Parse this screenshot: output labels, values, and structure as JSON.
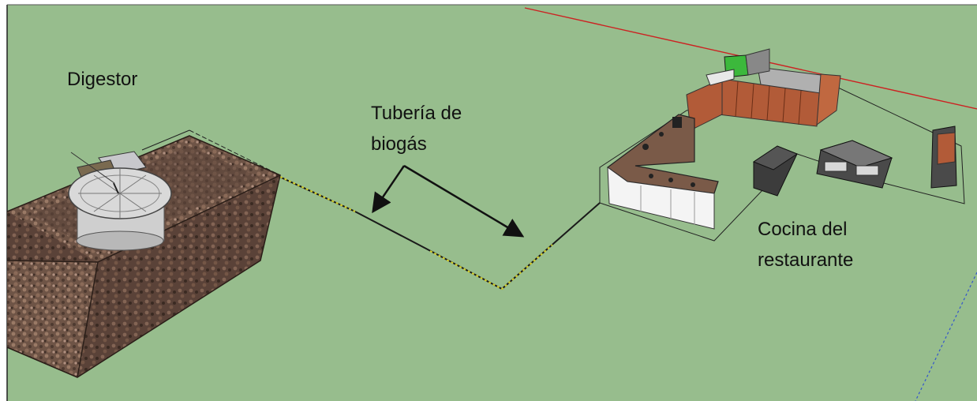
{
  "labels": {
    "digestor": "Digestor",
    "pipe_line1": "Tubería de",
    "pipe_line2": "biogás",
    "kitchen_line1": "Cocina del",
    "kitchen_line2": "restaurante"
  },
  "colors": {
    "ground": "#97bd8d",
    "pipe": "#d6d02a",
    "stone": "#6e5446",
    "counter_top": "#7a5a48",
    "cabinet": "#b25b38",
    "stove": "#3c3c3c",
    "axis_red": "#cc2222",
    "axis_blue": "#3355cc"
  }
}
